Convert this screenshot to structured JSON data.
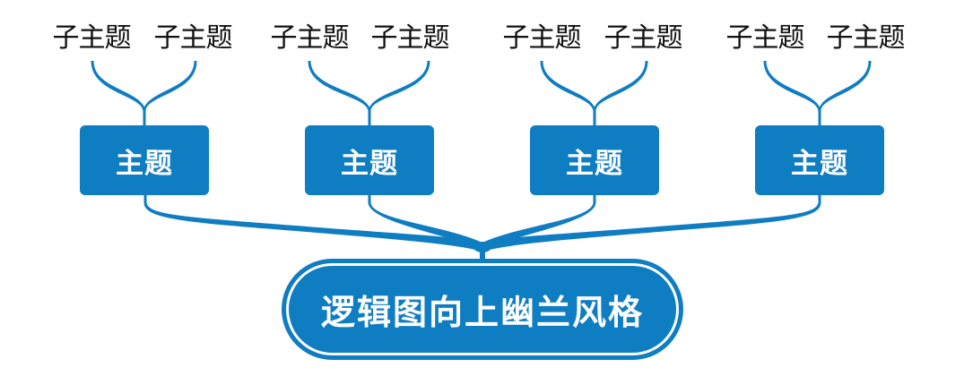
{
  "diagram": {
    "type": "logic-chart-upward",
    "accent_color": "#0F7DC2",
    "root": {
      "label": "逻辑图向上幽兰风格"
    },
    "topics": [
      {
        "label": "主题",
        "subtopics": [
          {
            "label": "子主题"
          },
          {
            "label": "子主题"
          }
        ]
      },
      {
        "label": "主题",
        "subtopics": [
          {
            "label": "子主题"
          },
          {
            "label": "子主题"
          }
        ]
      },
      {
        "label": "主题",
        "subtopics": [
          {
            "label": "子主题"
          },
          {
            "label": "子主题"
          }
        ]
      },
      {
        "label": "主题",
        "subtopics": [
          {
            "label": "子主题"
          },
          {
            "label": "子主题"
          }
        ]
      }
    ]
  }
}
